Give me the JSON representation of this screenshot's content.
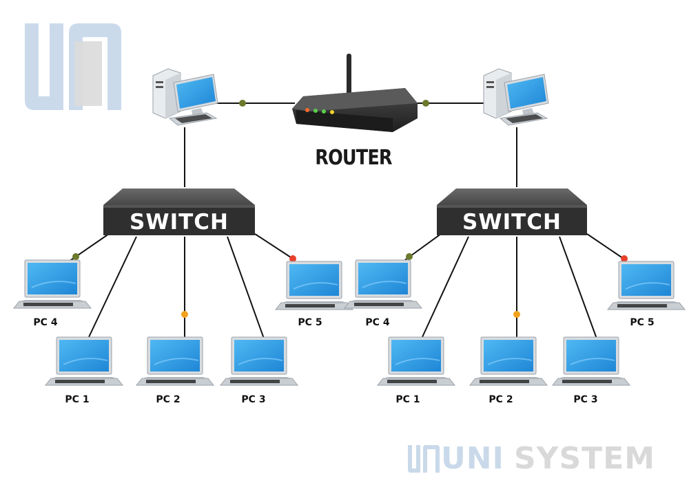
{
  "router": {
    "label": "ROUTER"
  },
  "networks": [
    {
      "switch_label": "SWITCH",
      "pcs": [
        "PC 4",
        "PC 1",
        "PC 2",
        "PC 3",
        "PC 5"
      ]
    },
    {
      "switch_label": "SWITCH",
      "pcs": [
        "PC 4",
        "PC 1",
        "PC 2",
        "PC 3",
        "PC 5"
      ]
    }
  ],
  "brand": {
    "name_part1": "UNI",
    "name_part2": "SYSTEM",
    "logo_icon": "uni-system-logo-icon"
  },
  "colors": {
    "device_dark": "#3a3a3a",
    "screen_blue": "#2f9fe6",
    "link_line": "#111111",
    "dot_green": "#6b7a2c",
    "dot_orange": "#f2a21c",
    "dot_red": "#e8402a",
    "watermark_blue": "#c9d9ea",
    "watermark_gray": "#d9d9d9"
  }
}
